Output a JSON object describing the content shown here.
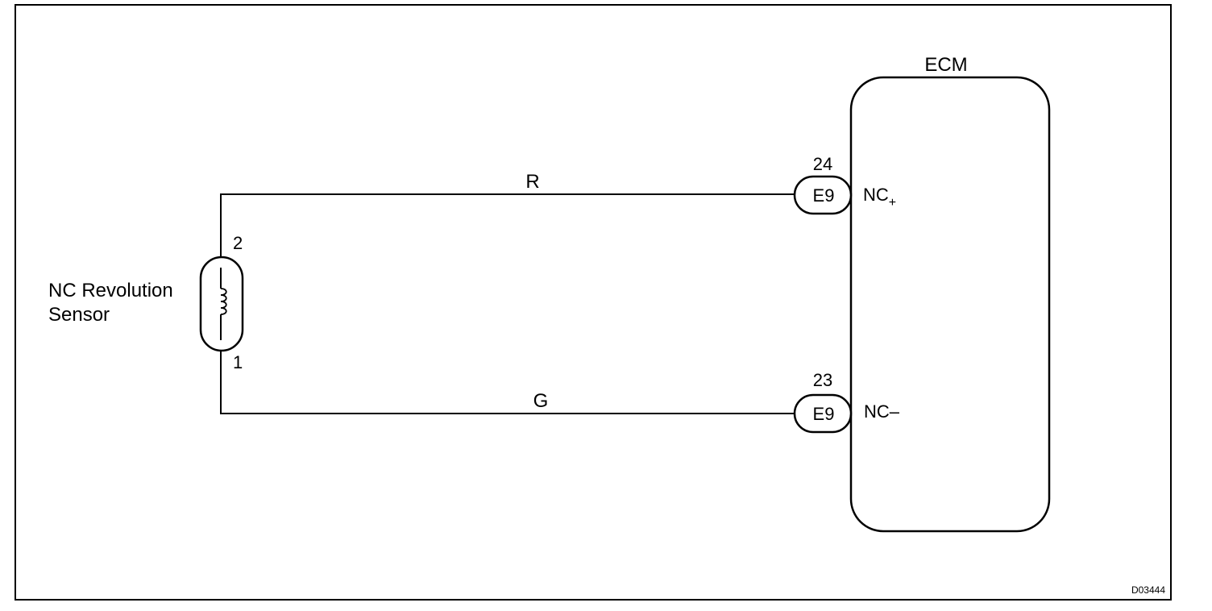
{
  "diagram": {
    "figure_code": "D03444",
    "ecm": {
      "title": "ECM"
    },
    "sensor": {
      "label_line1": "NC Revolution",
      "label_line2": "Sensor",
      "pin_top": "2",
      "pin_bottom": "1"
    },
    "wires": {
      "top": {
        "color_code": "R"
      },
      "bottom": {
        "color_code": "G"
      }
    },
    "connectors": {
      "top": {
        "pin": "24",
        "code": "E9",
        "signal_base": "NC",
        "signal_sub": "+"
      },
      "bottom": {
        "pin": "23",
        "code": "E9",
        "signal": "NC–"
      }
    }
  }
}
